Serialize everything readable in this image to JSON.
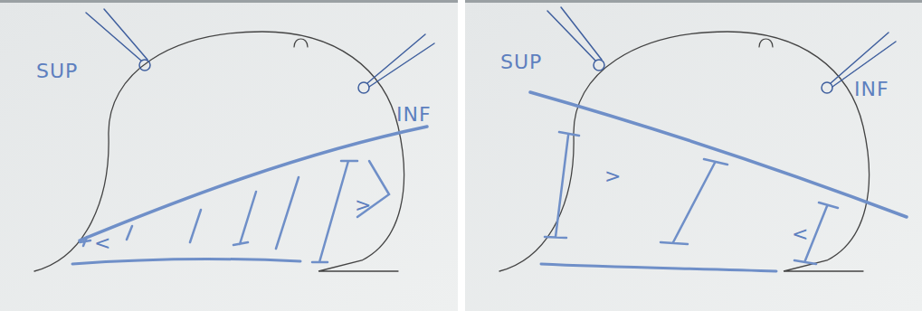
{
  "diagram": {
    "labels": [
      "SUP",
      "INF",
      "<",
      ">",
      "SUP",
      "INF",
      ">",
      "<"
    ]
  }
}
